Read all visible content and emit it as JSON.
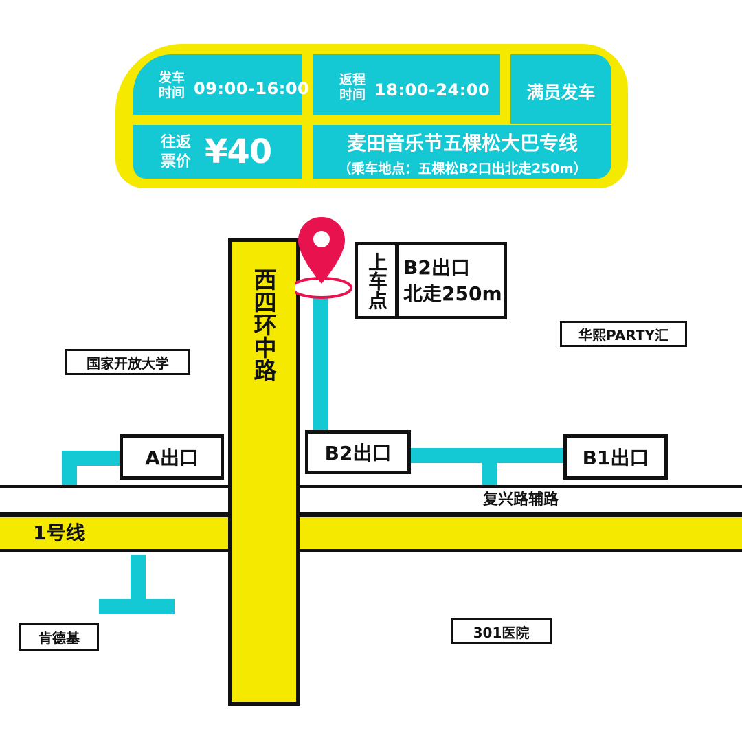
{
  "panel": {
    "depart_label": "发车时间",
    "depart_time": "09:00-16:00",
    "return_label": "返程时间",
    "return_time": "18:00-24:00",
    "full": "满员发车",
    "price_label": "往返票价",
    "price": "¥40",
    "route_title": "麦田音乐节五棵松大巴专线",
    "route_sub": "（乘车地点：五棵松B2口出北走250m）"
  },
  "map": {
    "main_road": "西四环中路",
    "side_road": "复兴路辅路",
    "metro_line": "1号线",
    "pickup_label": "上车点",
    "pickup_desc_line1": "B2出口",
    "pickup_desc_line2": "北走250m",
    "exits": {
      "a": "A出口",
      "b2": "B2出口",
      "b1": "B1出口"
    },
    "landmarks": {
      "university": "国家开放大学",
      "party": "华熙PARTY汇",
      "kfc": "肯德基",
      "hospital": "301医院"
    },
    "icons": {
      "pin": "location-pin-icon"
    }
  },
  "colors": {
    "yellow": "#f5e900",
    "cyan": "#14c8d4",
    "pin": "#e8134e",
    "ink": "#111111"
  }
}
